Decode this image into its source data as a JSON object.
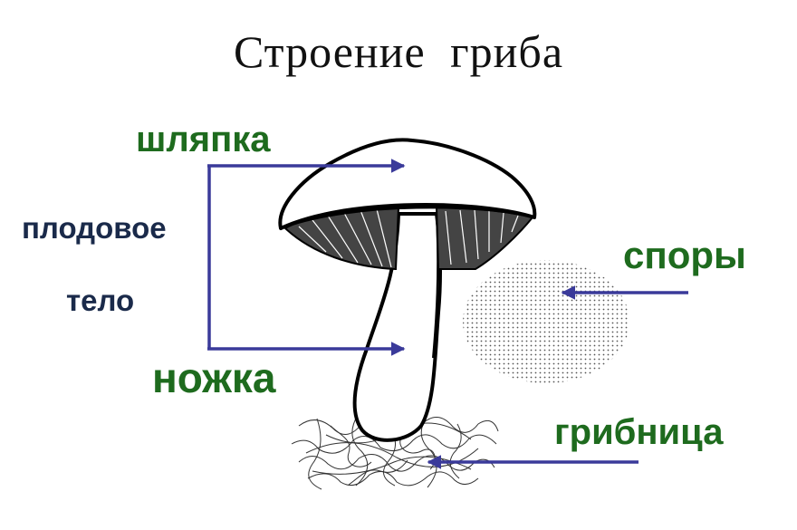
{
  "title": "Строение гриба",
  "labels": {
    "cap": "шляпка",
    "stem": "ножка",
    "spores": "споры",
    "mycelium": "грибница",
    "fruiting_body_line1": "плодовое",
    "fruiting_body_line2": "тело"
  },
  "colors": {
    "arrow": "#3a3a9a",
    "label_green": "#1e6b1e",
    "label_navy": "#1a2a4a"
  }
}
